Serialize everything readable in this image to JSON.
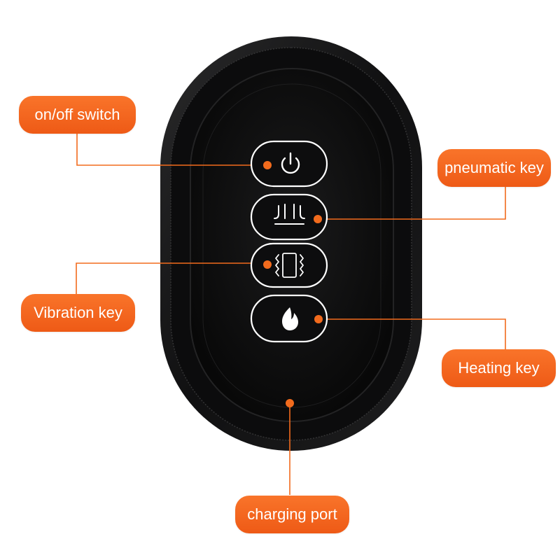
{
  "colors": {
    "accent": "#f26b1d",
    "device_body": "#0f0f10",
    "button_outline": "#ffffff"
  },
  "labels": {
    "power": "on/off switch",
    "pneumatic": "pneumatic key",
    "vibration": "Vibration key",
    "heating": "Heating key",
    "charging": "charging port"
  },
  "buttons": [
    {
      "name": "power-button",
      "icon": "power-icon"
    },
    {
      "name": "pneumatic-button",
      "icon": "pneumatic-icon"
    },
    {
      "name": "vibration-button",
      "icon": "vibration-icon"
    },
    {
      "name": "heating-button",
      "icon": "flame-icon"
    }
  ]
}
